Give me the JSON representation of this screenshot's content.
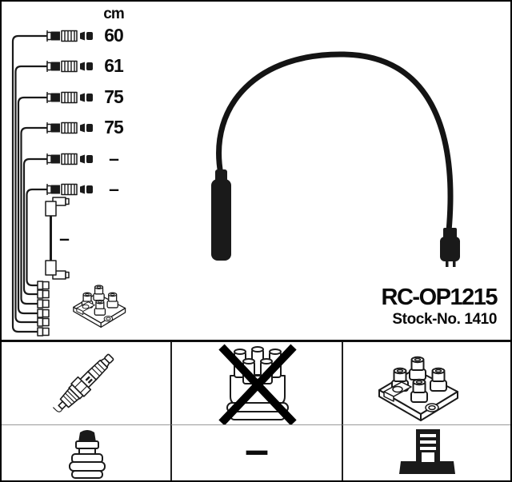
{
  "part": {
    "part_number": "RC-OP1215",
    "stock_number": "Stock-No. 1410"
  },
  "schematic": {
    "unit_label": "cm",
    "cable_lengths": [
      "60",
      "61",
      "75",
      "75",
      "–",
      "–"
    ],
    "coil_cable_length": "–"
  },
  "legend": {
    "dash_label": "–",
    "cells": [
      {
        "name": "spark-plug",
        "crossed_out": false
      },
      {
        "name": "distributor-cap",
        "crossed_out": true
      },
      {
        "name": "ignition-coil",
        "crossed_out": false
      },
      {
        "name": "spark-plug-connector",
        "crossed_out": false
      },
      {
        "name": "dash",
        "crossed_out": false
      },
      {
        "name": "coil-connector",
        "crossed_out": false
      }
    ]
  },
  "colors": {
    "ink": "#1a1a1a",
    "background": "#ffffff",
    "grid_line": "#1f1f1f",
    "grid_subline": "#999999"
  }
}
